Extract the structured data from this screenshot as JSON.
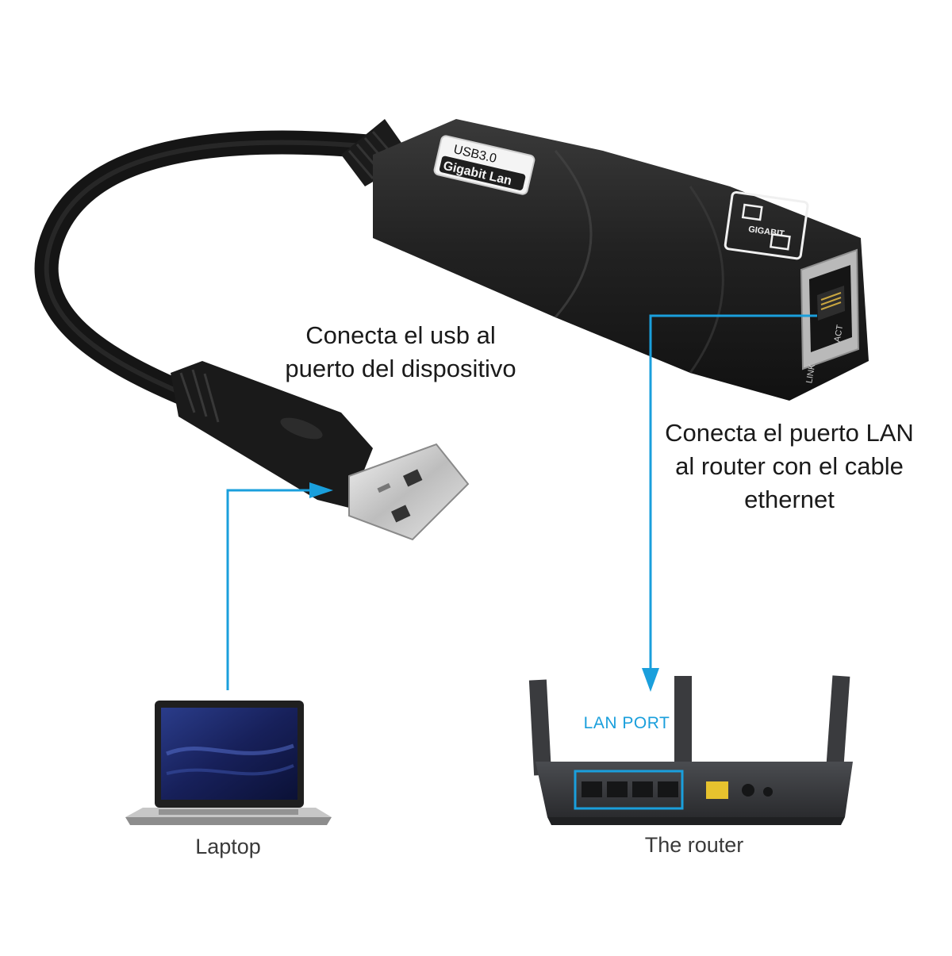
{
  "adapter": {
    "badge_line1": "USB3.0",
    "badge_line2": "Gigabit Lan",
    "gigabit_text": "GIGABIT",
    "port_link": "LINK",
    "port_act": "ACT"
  },
  "captions": {
    "usb_line1": "Conecta el usb al",
    "usb_line2": "puerto del dispositivo",
    "lan_line1": "Conecta el puerto LAN",
    "lan_line2": "al router con el cable",
    "lan_line3": "ethernet"
  },
  "devices": {
    "laptop_label": "Laptop",
    "router_label": "The router",
    "lan_port_label": "LAN PORT"
  },
  "colors": {
    "arrow": "#1a9fdc",
    "device_body": "#1f1f1f",
    "text": "#1a1a1a"
  }
}
